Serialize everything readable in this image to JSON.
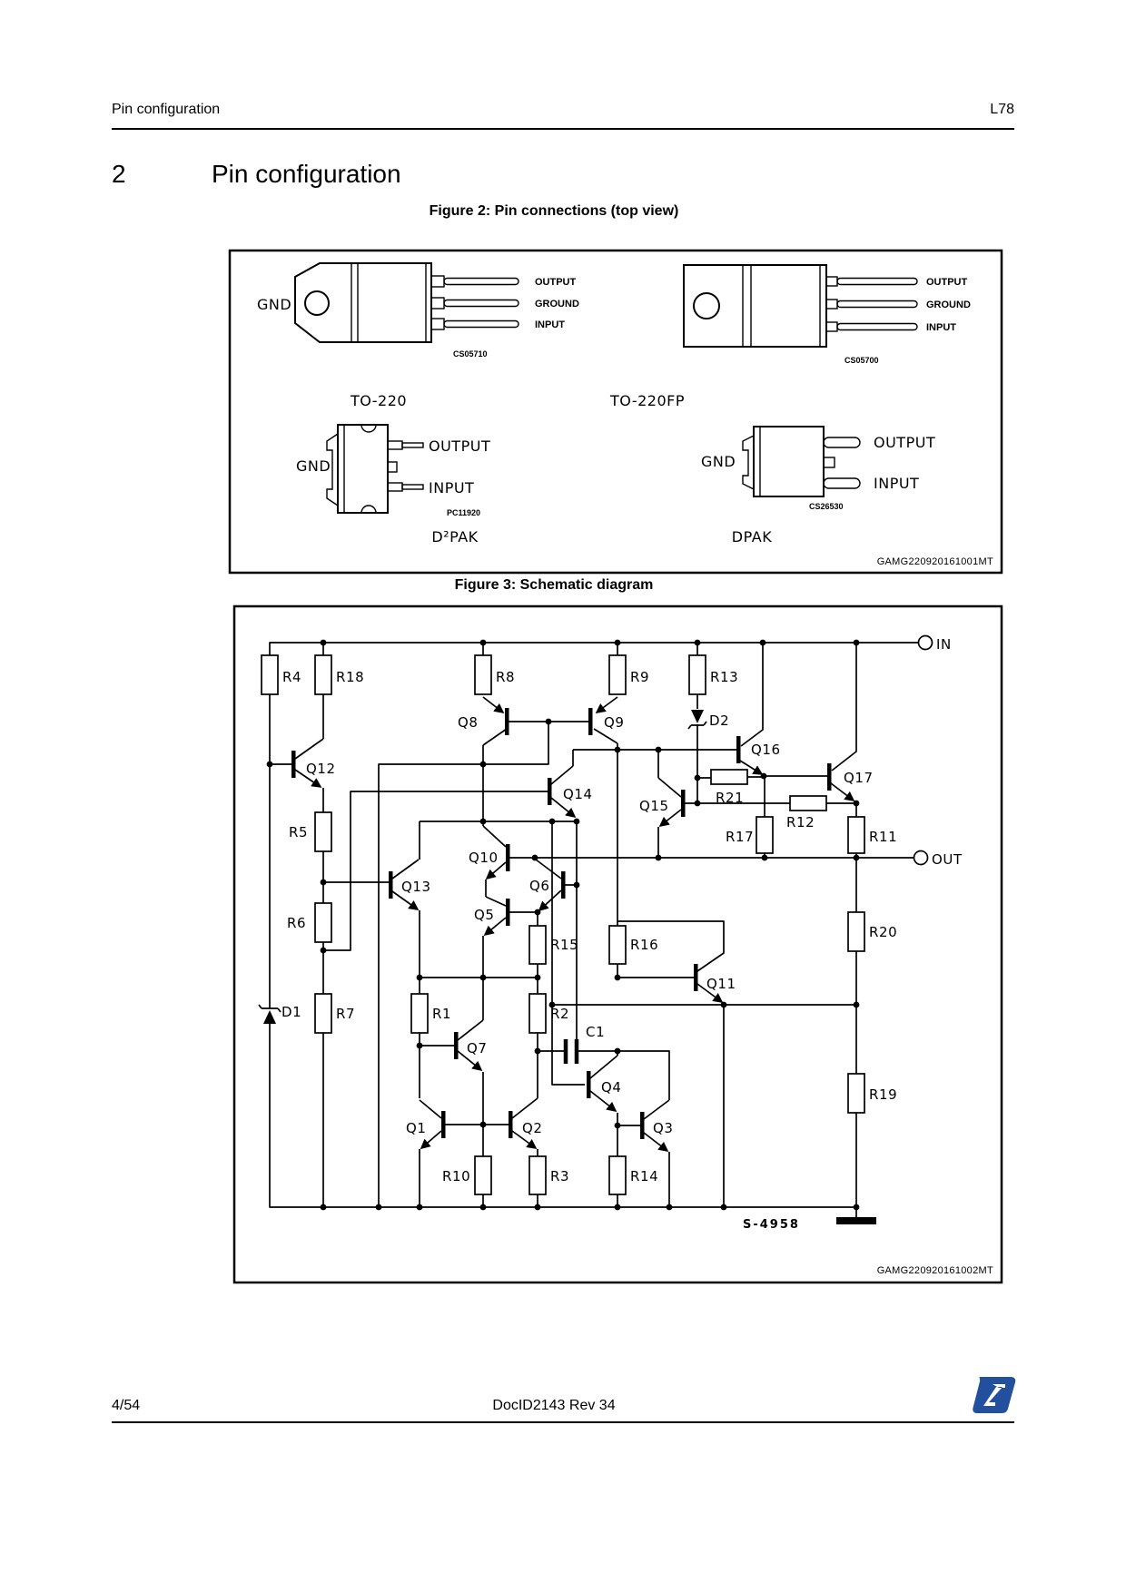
{
  "header": {
    "left": "Pin configuration",
    "right": "L78"
  },
  "section": {
    "number": "2",
    "title": "Pin configuration"
  },
  "figure2": {
    "title": "Figure 2: Pin connections (top view)",
    "code": "GAMG220920161001MT",
    "to220": {
      "name": "TO-220",
      "gnd": "GND",
      "pins": [
        "OUTPUT",
        "GROUND",
        "INPUT"
      ],
      "code": "CS05710"
    },
    "to220fp": {
      "name": "TO-220FP",
      "pins": [
        "OUTPUT",
        "GROUND",
        "INPUT"
      ],
      "code": "CS05700"
    },
    "d2pak": {
      "name": "D²PAK",
      "gnd": "GND",
      "pin_output": "OUTPUT",
      "pin_input": "INPUT",
      "code": "PC11920"
    },
    "dpak": {
      "name": "DPAK",
      "gnd": "GND",
      "pin_output": "OUTPUT",
      "pin_input": "INPUT",
      "code": "CS26530"
    }
  },
  "figure3": {
    "title": "Figure 3: Schematic diagram",
    "code": "GAMG220920161002MT",
    "terminal_in": "IN",
    "terminal_out": "OUT",
    "note": "S-4958",
    "parts": {
      "r1": "R1",
      "r2": "R2",
      "r3": "R3",
      "r4": "R4",
      "r5": "R5",
      "r6": "R6",
      "r7": "R7",
      "r8": "R8",
      "r9": "R9",
      "r10": "R10",
      "r11": "R11",
      "r12": "R12",
      "r13": "R13",
      "r14": "R14",
      "r15": "R15",
      "r16": "R16",
      "r17": "R17",
      "r18": "R18",
      "r19": "R19",
      "r20": "R20",
      "r21": "R21",
      "q1": "Q1",
      "q2": "Q2",
      "q3": "Q3",
      "q4": "Q4",
      "q5": "Q5",
      "q6": "Q6",
      "q7": "Q7",
      "q8": "Q8",
      "q9": "Q9",
      "q10": "Q10",
      "q11": "Q11",
      "q12": "Q12",
      "q13": "Q13",
      "q14": "Q14",
      "q15": "Q15",
      "q16": "Q16",
      "q17": "Q17",
      "d1": "D1",
      "d2": "D2",
      "c1": "C1"
    }
  },
  "footer": {
    "page": "4/54",
    "docid": "DocID2143 Rev 34"
  },
  "colors": {
    "logo_blue": "#23509e"
  }
}
